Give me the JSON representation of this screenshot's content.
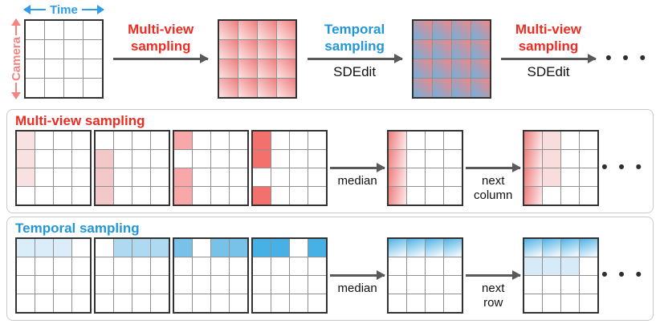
{
  "colors": {
    "axis_blue": "#2f9cee",
    "blue_text": "#2196d9",
    "camera_pink": "#f5837f",
    "red_text": "#ee2d22",
    "arrow_gray": "#595959",
    "black_text": "#111111",
    "grid_border": "#333333",
    "grid_line": "#909090",
    "panel_border": "#c9c9c9",
    "panel_bg": "#ffffff",
    "dots_color": "#2f2f2f",
    "cell_styles": {
      "w": "#ffffff",
      "R": "linear-gradient(to bottom left,#ee7f7f,#fce4e4)",
      "M": "linear-gradient(45deg,#6fb1de,#ef8888)",
      "r1": "#fae1e1",
      "r2": "#f3c8c8",
      "r3": "#f8a8a8",
      "r4": "#f4706c",
      "rg": "linear-gradient(100deg,#ee7e7e 0%,#fce6e6 95%)",
      "rl": "#f9dddd",
      "b1": "#daedf8",
      "b2": "#aed9f1",
      "b3": "#78c2e9",
      "b4": "#47b0e5",
      "bg": "linear-gradient(160deg,#4fb3e5 0%,#eef7fc 90%)",
      "bl": "#d6ebf7"
    }
  },
  "axes": {
    "time": "Time",
    "camera": "Camera"
  },
  "dots": "• • •",
  "top": {
    "grids": [
      {
        "cells": [
          [
            "w",
            "w",
            "w",
            "w"
          ],
          [
            "w",
            "w",
            "w",
            "w"
          ],
          [
            "w",
            "w",
            "w",
            "w"
          ],
          [
            "w",
            "w",
            "w",
            "w"
          ]
        ]
      },
      {
        "cells": [
          [
            "R",
            "R",
            "R",
            "R"
          ],
          [
            "R",
            "R",
            "R",
            "R"
          ],
          [
            "R",
            "R",
            "R",
            "R"
          ],
          [
            "R",
            "R",
            "R",
            "R"
          ]
        ]
      },
      {
        "cells": [
          [
            "M",
            "M",
            "M",
            "M"
          ],
          [
            "M",
            "M",
            "M",
            "M"
          ],
          [
            "M",
            "M",
            "M",
            "M"
          ],
          [
            "M",
            "M",
            "M",
            "M"
          ]
        ]
      }
    ],
    "transitions": [
      {
        "lines": [
          "Multi-view",
          "sampling"
        ],
        "color": "#ee2d22",
        "sdedit": ""
      },
      {
        "lines": [
          "Temporal",
          "sampling"
        ],
        "color": "#2196d9",
        "sdedit": "SDEdit"
      },
      {
        "lines": [
          "Multi-view",
          "sampling"
        ],
        "color": "#ee2d22",
        "sdedit": "SDEdit"
      }
    ]
  },
  "panels": {
    "multiview": {
      "title": "Multi-view sampling",
      "title_color": "#ee2d22",
      "grids": [
        {
          "cells": [
            [
              "r1",
              "w",
              "w",
              "w"
            ],
            [
              "r1",
              "w",
              "w",
              "w"
            ],
            [
              "r1",
              "w",
              "w",
              "w"
            ],
            [
              "w",
              "w",
              "w",
              "w"
            ]
          ]
        },
        {
          "cells": [
            [
              "w",
              "w",
              "w",
              "w"
            ],
            [
              "r2",
              "w",
              "w",
              "w"
            ],
            [
              "r2",
              "w",
              "w",
              "w"
            ],
            [
              "r2",
              "w",
              "w",
              "w"
            ]
          ]
        },
        {
          "cells": [
            [
              "r3",
              "w",
              "w",
              "w"
            ],
            [
              "w",
              "w",
              "w",
              "w"
            ],
            [
              "r3",
              "w",
              "w",
              "w"
            ],
            [
              "r3",
              "w",
              "w",
              "w"
            ]
          ]
        },
        {
          "cells": [
            [
              "r4",
              "w",
              "w",
              "w"
            ],
            [
              "r4",
              "w",
              "w",
              "w"
            ],
            [
              "w",
              "w",
              "w",
              "w"
            ],
            [
              "r4",
              "w",
              "w",
              "w"
            ]
          ]
        },
        {
          "cells": [
            [
              "rg",
              "w",
              "w",
              "w"
            ],
            [
              "rg",
              "w",
              "w",
              "w"
            ],
            [
              "rg",
              "w",
              "w",
              "w"
            ],
            [
              "rg",
              "w",
              "w",
              "w"
            ]
          ]
        },
        {
          "cells": [
            [
              "rg",
              "rl",
              "w",
              "w"
            ],
            [
              "rg",
              "rl",
              "w",
              "w"
            ],
            [
              "rg",
              "rl",
              "w",
              "w"
            ],
            [
              "rg",
              "w",
              "w",
              "w"
            ]
          ]
        }
      ],
      "arrows": [
        {
          "lines": [
            "median"
          ]
        },
        {
          "lines": [
            "next",
            "column"
          ]
        }
      ]
    },
    "temporal": {
      "title": "Temporal sampling",
      "title_color": "#2196d9",
      "grids": [
        {
          "cells": [
            [
              "b1",
              "b1",
              "b1",
              "w"
            ],
            [
              "w",
              "w",
              "w",
              "w"
            ],
            [
              "w",
              "w",
              "w",
              "w"
            ],
            [
              "w",
              "w",
              "w",
              "w"
            ]
          ]
        },
        {
          "cells": [
            [
              "w",
              "b2",
              "b2",
              "b2"
            ],
            [
              "w",
              "w",
              "w",
              "w"
            ],
            [
              "w",
              "w",
              "w",
              "w"
            ],
            [
              "w",
              "w",
              "w",
              "w"
            ]
          ]
        },
        {
          "cells": [
            [
              "b3",
              "w",
              "b3",
              "b3"
            ],
            [
              "w",
              "w",
              "w",
              "w"
            ],
            [
              "w",
              "w",
              "w",
              "w"
            ],
            [
              "w",
              "w",
              "w",
              "w"
            ]
          ]
        },
        {
          "cells": [
            [
              "b4",
              "b4",
              "w",
              "b4"
            ],
            [
              "w",
              "w",
              "w",
              "w"
            ],
            [
              "w",
              "w",
              "w",
              "w"
            ],
            [
              "w",
              "w",
              "w",
              "w"
            ]
          ]
        },
        {
          "cells": [
            [
              "bg",
              "bg",
              "bg",
              "bg"
            ],
            [
              "w",
              "w",
              "w",
              "w"
            ],
            [
              "w",
              "w",
              "w",
              "w"
            ],
            [
              "w",
              "w",
              "w",
              "w"
            ]
          ]
        },
        {
          "cells": [
            [
              "bg",
              "bg",
              "bg",
              "bg"
            ],
            [
              "bl",
              "bl",
              "bl",
              "w"
            ],
            [
              "w",
              "w",
              "w",
              "w"
            ],
            [
              "w",
              "w",
              "w",
              "w"
            ]
          ]
        }
      ],
      "arrows": [
        {
          "lines": [
            "median"
          ]
        },
        {
          "lines": [
            "next",
            "row"
          ]
        }
      ]
    }
  }
}
